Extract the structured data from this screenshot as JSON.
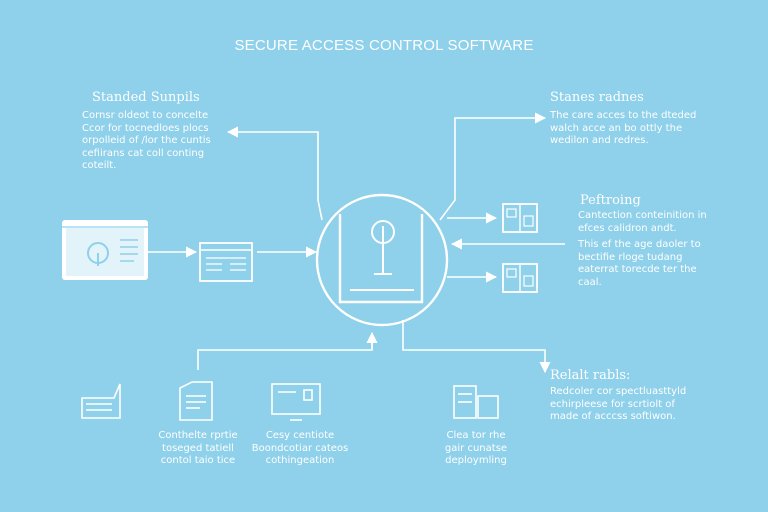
{
  "title": "SECURE ACCESS CONTROL SOFTWARE",
  "colors": {
    "background": "#8fd0ea",
    "line": "#ffffff",
    "card": "#ffffff",
    "card_accent": "#8fd0ea"
  },
  "top_left": {
    "heading": "Standed Sunpils",
    "lines": [
      "Cornsr oldeot to concelte",
      "Ccor for tocnedloes plocs",
      "orpolleid of /lor the cuntis",
      "cefiirans cat coll conting",
      "coteilt."
    ]
  },
  "top_right": {
    "heading": "Stanes radnes",
    "lines": [
      "The care acces to the dteded",
      "walch acce an bo ottly the",
      "wedilon and redres."
    ]
  },
  "right_mid": {
    "heading": "Peftroing",
    "lines": [
      "Cantection conteinition in",
      "efces calidron andt.",
      "",
      "This ef the age daoler to",
      "bectifie rloge tudang",
      "eaterrat torecde ter the",
      "caal."
    ]
  },
  "bottom_right": {
    "heading": "Relalt rabls:",
    "lines": [
      "Redcoler cor spectluasttyld",
      "echirpleese for scrtiolt of",
      "made of acccss softiwon."
    ]
  },
  "bottom_items": [
    {
      "lines": [
        "Conthelte rprtie",
        "toseged tatiell",
        "contol taio tice"
      ]
    },
    {
      "lines": [
        "Cesy centiote",
        "Boondcotiar cateos",
        "cothingeation"
      ]
    },
    {
      "lines": [
        "Clea tor rhe",
        "gair cunatse",
        "deploymling"
      ]
    }
  ],
  "icons": {
    "lock": "lock-icon",
    "browser": "browser-window-icon",
    "document": "document-icon",
    "server_top": "server-panel-icon",
    "server_bottom": "server-panel-icon",
    "monitor": "monitor-icon",
    "folder": "folder-icon",
    "book": "book-icon",
    "files": "files-icon"
  }
}
